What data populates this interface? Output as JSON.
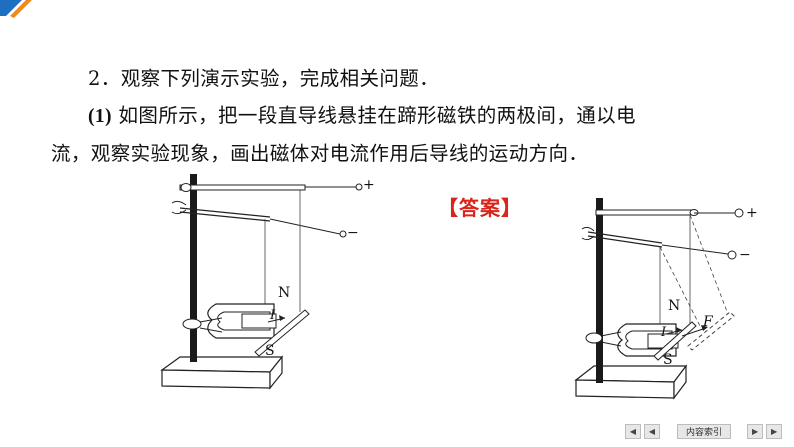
{
  "question": {
    "line1": "2．观察下列演示实验，完成相关问题．",
    "part_num": "(1)",
    "line2_text": " 如图所示，把一段直导线悬挂在蹄形磁铁的两极间，通以电",
    "line3": "流，观察实验现象，画出磁体对电流作用后导线的运动方向．"
  },
  "answer_label": "【答案】",
  "figure_left": {
    "plus": "+",
    "minus": "−",
    "north": "N",
    "south": "S",
    "current": "I"
  },
  "figure_right": {
    "plus": "+",
    "minus": "−",
    "north": "N",
    "south": "S",
    "current": "I",
    "force": "F"
  },
  "nav": {
    "prev_first": "◀",
    "prev": "◀",
    "index_label": "内容索引",
    "next": "▶",
    "next_last": "▶"
  },
  "colors": {
    "accent_blue": "#1f6fc1",
    "accent_orange": "#f08a1c",
    "answer_red": "#d9261c"
  }
}
